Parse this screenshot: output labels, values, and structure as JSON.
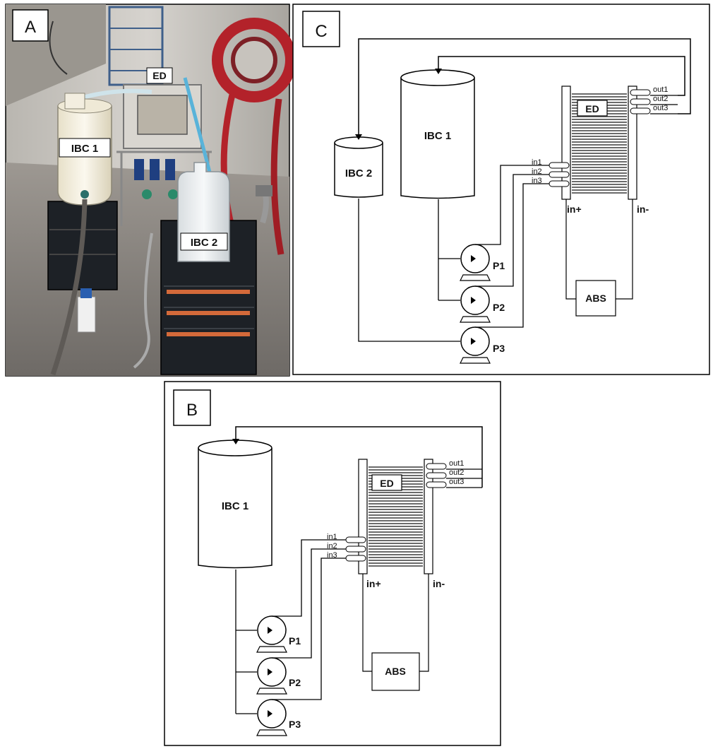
{
  "panel_a": {
    "letter": "A",
    "labels": {
      "ibc1": "IBC 1",
      "ibc2": "IBC 2",
      "ed": "ED"
    },
    "photo_description_colors": {
      "wall": "#c9c6c1",
      "floor": "#8e8a86",
      "hose": "#b3222a",
      "cabinet": "#1d2126"
    }
  },
  "panel_b": {
    "letter": "B",
    "ibc1": "IBC 1",
    "ed": "ED",
    "inlets": [
      "in1",
      "in2",
      "in3"
    ],
    "outlets": [
      "out1",
      "out2",
      "out3"
    ],
    "electrodes": {
      "plus": "in+",
      "minus": "in-"
    },
    "abs": "ABS",
    "pumps": [
      "P1",
      "P2",
      "P3"
    ]
  },
  "panel_c": {
    "letter": "C",
    "ibc1": "IBC 1",
    "ibc2": "IBC 2",
    "ed": "ED",
    "inlets": [
      "in1",
      "in2",
      "in3"
    ],
    "outlets": [
      "out1",
      "out2",
      "out3"
    ],
    "electrodes": {
      "plus": "in+",
      "minus": "in-"
    },
    "abs": "ABS",
    "pumps": [
      "P1",
      "P2",
      "P3"
    ]
  }
}
